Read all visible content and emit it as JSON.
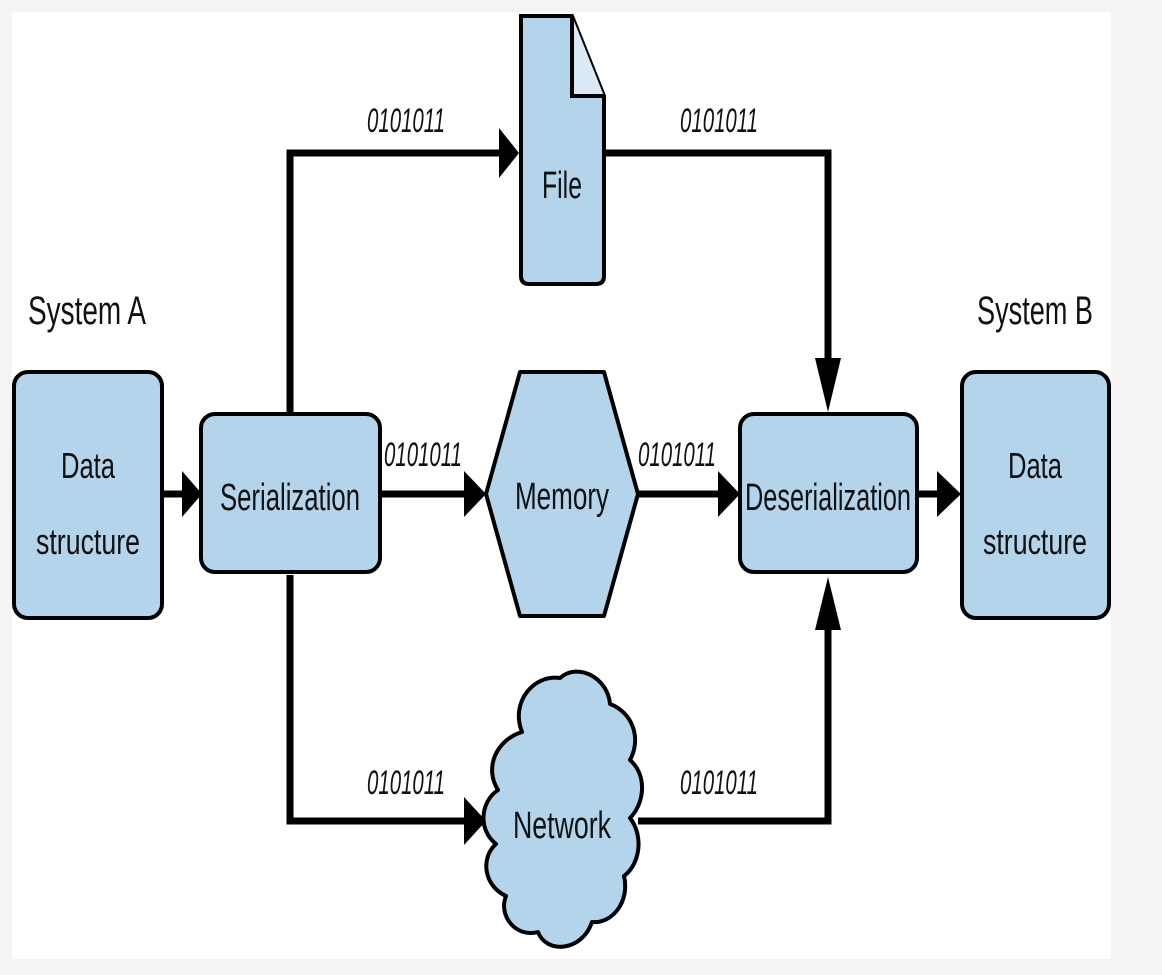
{
  "system_a": {
    "title": "System A",
    "box_line1": "Data",
    "box_line2": "structure"
  },
  "system_b": {
    "title": "System B",
    "box_line1": "Data",
    "box_line2": "structure"
  },
  "nodes": {
    "serialization": "Serialization",
    "deserialization": "Deserialization",
    "file": "File",
    "memory": "Memory",
    "network": "Network"
  },
  "binary": {
    "to_file": "0101011",
    "from_file": "0101011",
    "to_memory": "0101011",
    "from_memory": "0101011",
    "to_network": "0101011",
    "from_network": "0101011"
  },
  "colors": {
    "fill": "#b3d4ea",
    "stroke": "#000000"
  }
}
